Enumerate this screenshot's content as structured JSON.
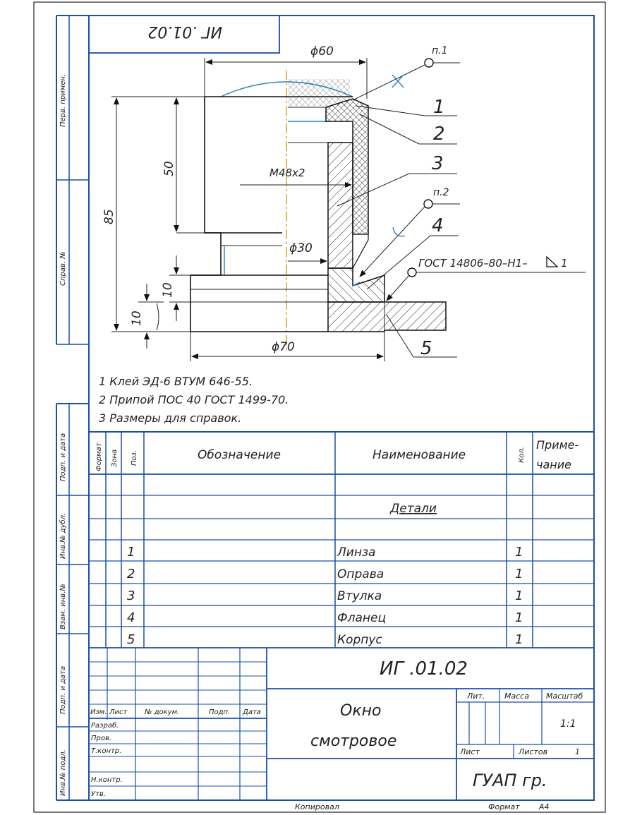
{
  "rotated_code": "ИГ .01.02",
  "dims": {
    "d60": "ϕ60",
    "d70": "ϕ70",
    "d30": "ϕ30",
    "thread": "М48х2",
    "h85": "85",
    "h50": "50",
    "h10a": "10",
    "h10b": "10"
  },
  "callouts": {
    "p1": "п.1",
    "p2": "п.2",
    "gost_weld": "ГОСТ 14806–80–Н1–",
    "weld_leg": "1",
    "n1": "1",
    "n2": "2",
    "n3": "3",
    "n4": "4",
    "n5": "5"
  },
  "notes": [
    "1 Клей ЭД-6 ВТУМ 646-55.",
    "2 Припой ПОС 40 ГОСТ 1499-70.",
    "3 Размеры для справок."
  ],
  "side_labels": {
    "perv_primen": "Перв. примен.",
    "sprav": "Справ. №",
    "podp_data_1": "Подп. и дата",
    "inv_dubl": "Инв.№ дубл.",
    "vzam_inv": "Взам. инв.№",
    "podp_data_2": "Подп. и дата",
    "inv_podl": "Инв.№ подл."
  },
  "spec": {
    "headers": {
      "format": "Формат",
      "zona": "Зона",
      "poz": "Поз.",
      "oboznachenie": "Обозначение",
      "naimenovanie": "Наименование",
      "kol": "Кол.",
      "prim_1": "Приме-",
      "prim_2": "чание"
    },
    "section": "Детали",
    "rows": [
      {
        "poz": "1",
        "name": "Линза",
        "qty": "1"
      },
      {
        "poz": "2",
        "name": "Оправа",
        "qty": "1"
      },
      {
        "poz": "3",
        "name": "Втулка",
        "qty": "1"
      },
      {
        "poz": "4",
        "name": "Фланец",
        "qty": "1"
      },
      {
        "poz": "5",
        "name": "Корпус",
        "qty": "1"
      }
    ]
  },
  "title_block": {
    "code": "ИГ .01.02",
    "name_1": "Окно",
    "name_2": "смотровое",
    "lit": "Лит.",
    "massa": "Масса",
    "masshtab": "Масштаб",
    "scale": "1:1",
    "list": "Лист",
    "listov": "Листов",
    "listov_val": "1",
    "org": "ГУАП гр.",
    "izm": "Изм.",
    "list2": "Лист",
    "n_dokum": "№ докум.",
    "podp": "Подп.",
    "data": "Дата",
    "razrab": "Разраб.",
    "prov": "Пров.",
    "tkontr": "Т.контр.",
    "nkontr": "Н.контр.",
    "utv": "Утв."
  },
  "footer": {
    "kopiroval": "Копировал",
    "format_label": "Формат",
    "format_val": "А4"
  }
}
